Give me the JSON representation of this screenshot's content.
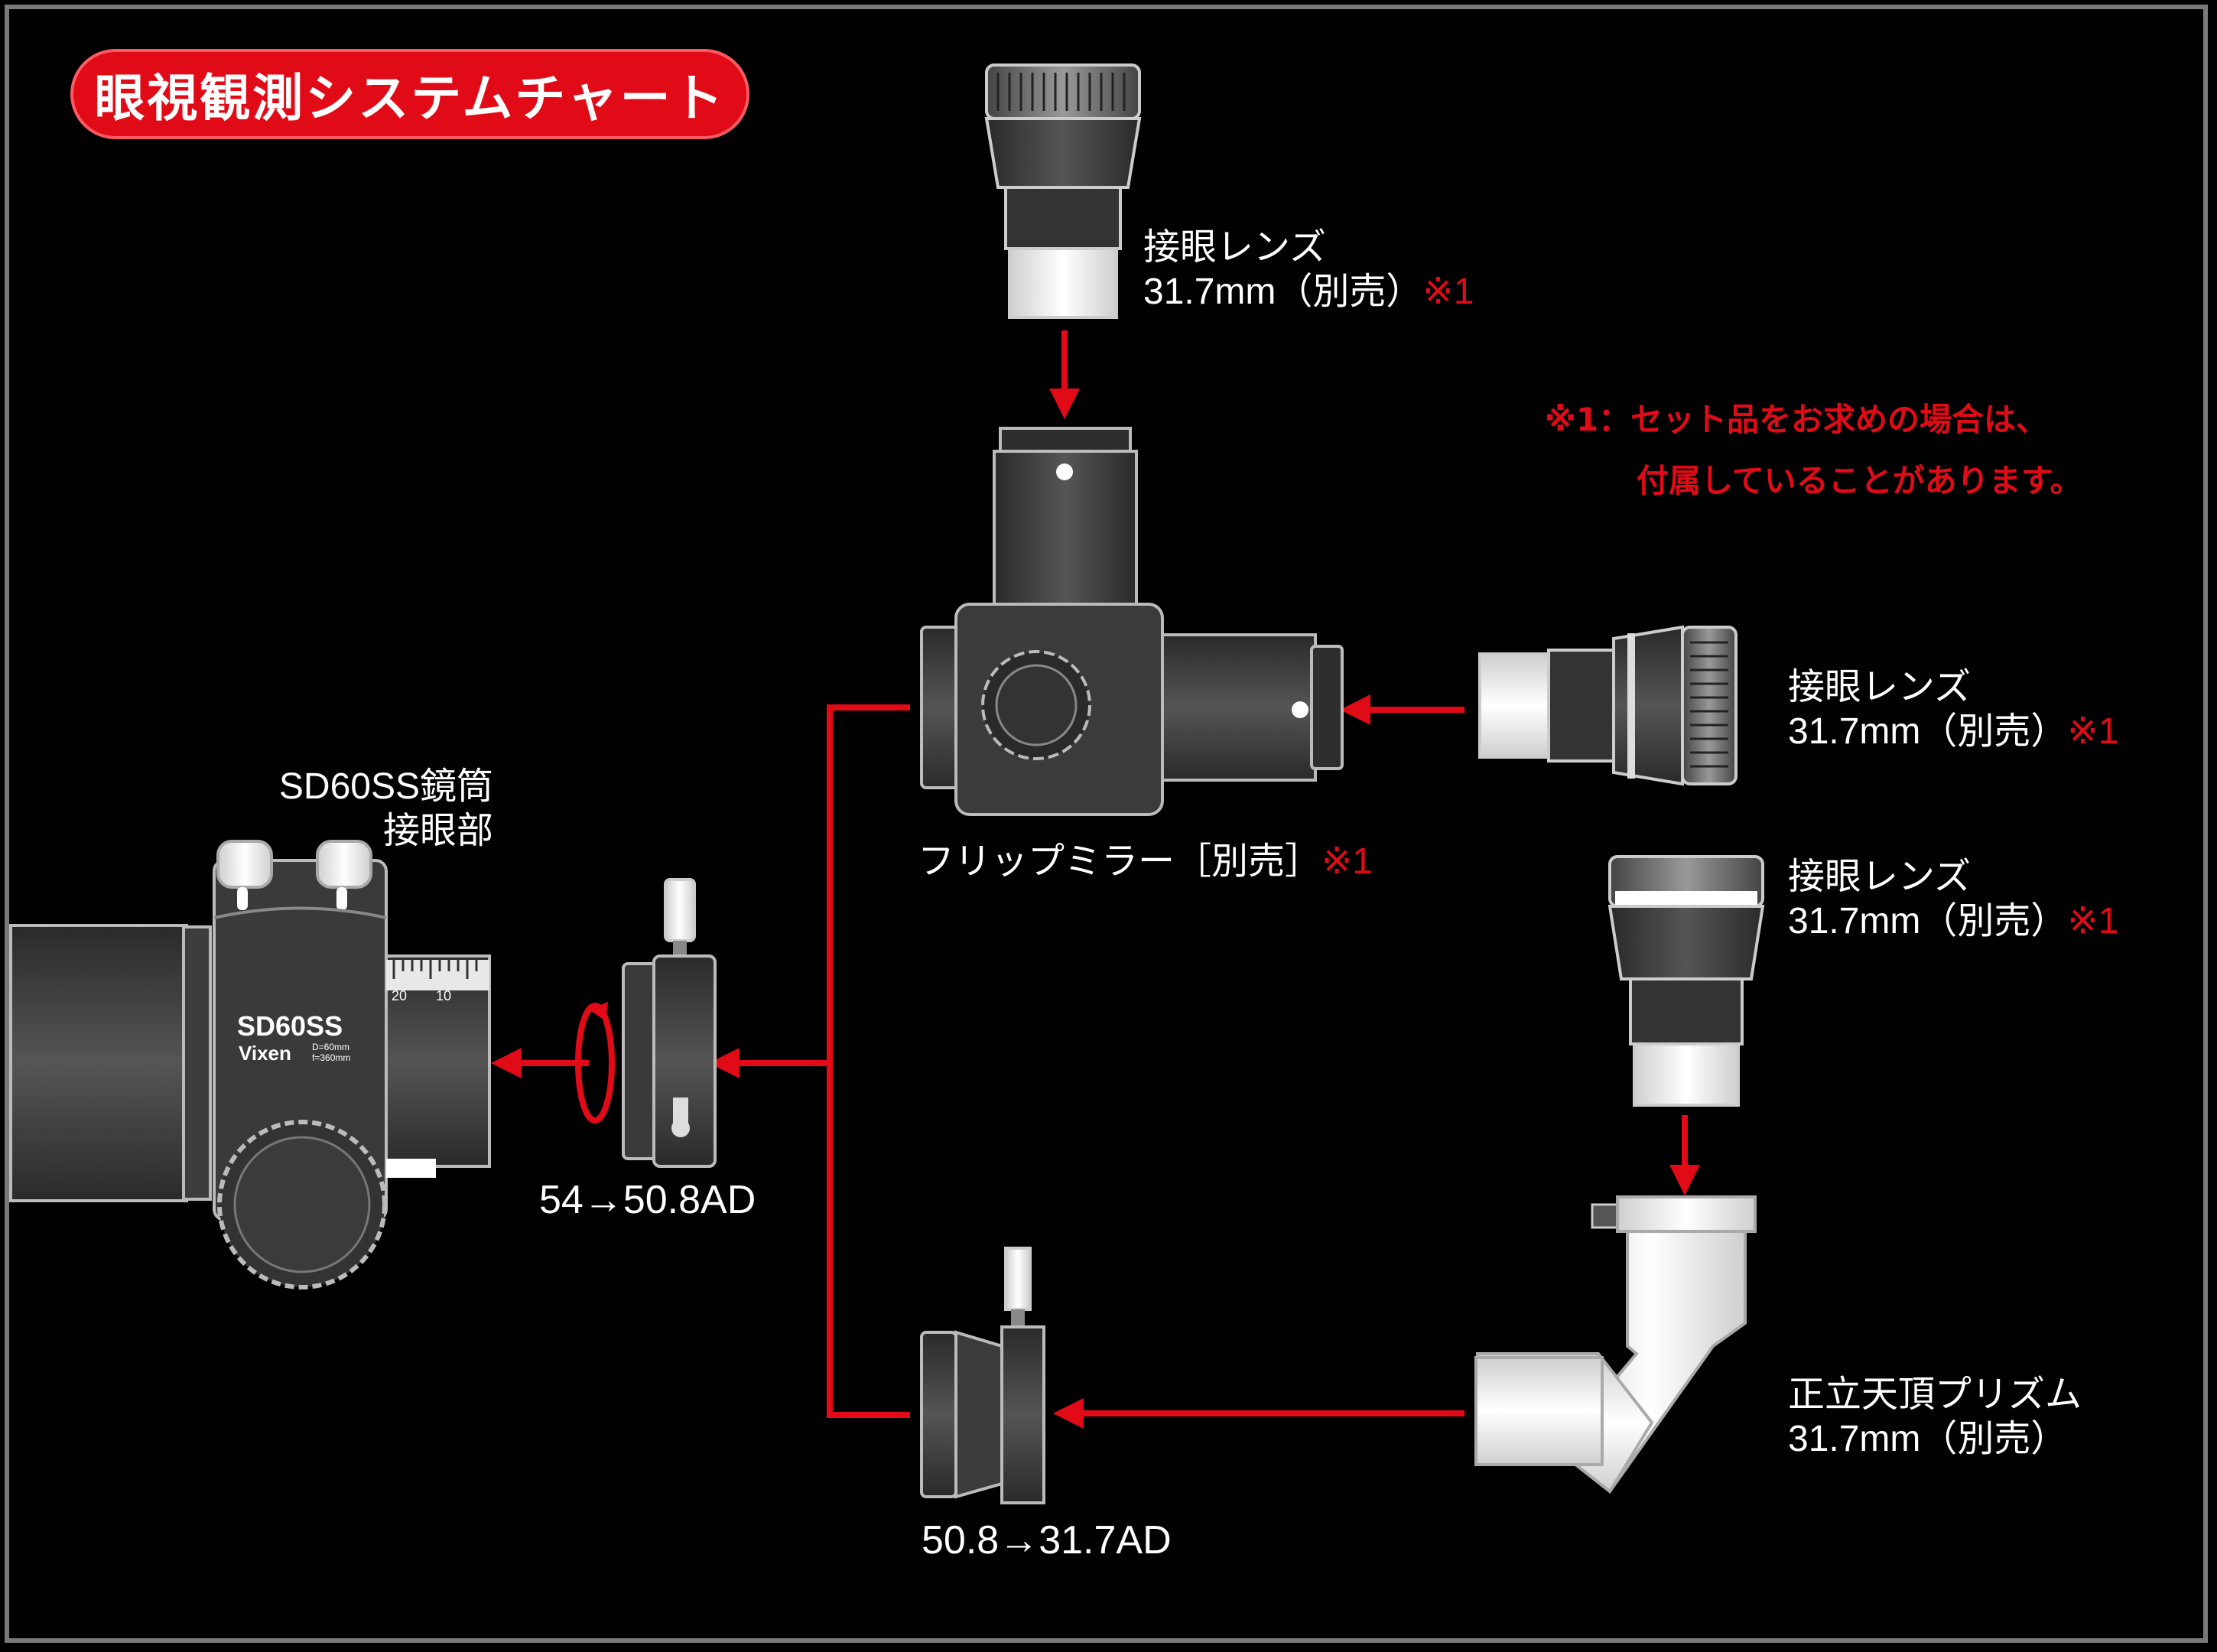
{
  "title": "眼視観測システムチャート",
  "colors": {
    "accent": "#e10b18",
    "background": "#000000",
    "part_dark": "#3a3a3a",
    "part_light": "#e6e6e6"
  },
  "note": {
    "line1": "※1：セット品をお求めの場合は、",
    "line2": "付属していることがあります。"
  },
  "labels": {
    "eyepiece_top": {
      "name": "接眼レンズ",
      "spec": "31.7mm（別売）",
      "mark": "※1"
    },
    "eyepiece_right": {
      "name": "接眼レンズ",
      "spec": "31.7mm（別売）",
      "mark": "※1"
    },
    "eyepiece_prism": {
      "name": "接眼レンズ",
      "spec": "31.7mm（別売）",
      "mark": "※1"
    },
    "flip_mirror": {
      "name": "フリップミラー［別売］",
      "mark": "※1"
    },
    "prism": {
      "name": "正立天頂プリズム",
      "spec": "31.7mm（別売）"
    },
    "telescope": {
      "line1": "SD60SS鏡筒",
      "line2": "接眼部"
    },
    "adapter_54": "54→50.8AD",
    "adapter_508": "50.8→31.7AD"
  },
  "telescope_marking": {
    "model": "SD60SS",
    "brand": "Vixen",
    "specs1": "D=60mm",
    "specs2": "f=360mm",
    "scale_left": "20",
    "scale_right": "10"
  }
}
